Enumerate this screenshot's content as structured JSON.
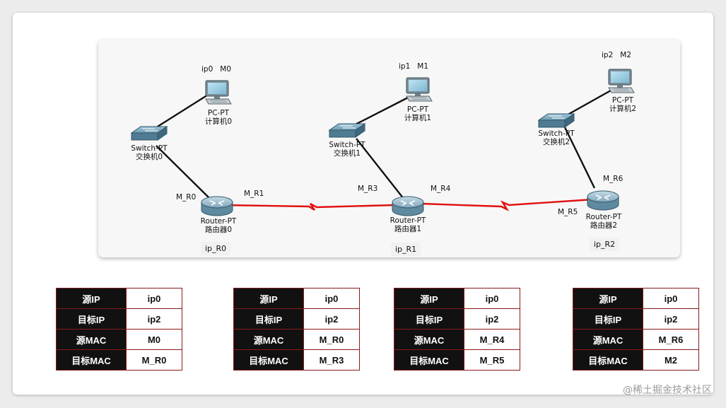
{
  "colors": {
    "lan_link": "#111111",
    "wan_link": "#e01010",
    "table_border": "#8a1a1a",
    "table_key_bg": "#111111"
  },
  "diagram": {
    "pcs": [
      {
        "type": "PC-PT",
        "name": "计算机0",
        "ip": "ip0",
        "mac": "M0"
      },
      {
        "type": "PC-PT",
        "name": "计算机1",
        "ip": "ip1",
        "mac": "M1"
      },
      {
        "type": "PC-PT",
        "name": "计算机2",
        "ip": "ip2",
        "mac": "M2"
      }
    ],
    "switches": [
      {
        "type": "Switch-PT",
        "name": "交换机0"
      },
      {
        "type": "Switch-PT",
        "name": "交换机1"
      },
      {
        "type": "Switch-PT",
        "name": "交换机2"
      }
    ],
    "routers": [
      {
        "type": "Router-PT",
        "name": "路由器0",
        "ip": "ip_R0"
      },
      {
        "type": "Router-PT",
        "name": "路由器1",
        "ip": "ip_R1"
      },
      {
        "type": "Router-PT",
        "name": "路由器2",
        "ip": "ip_R2"
      }
    ],
    "interfaces": [
      "M_R0",
      "M_R1",
      "M_R3",
      "M_R4",
      "M_R5",
      "M_R6"
    ]
  },
  "tables": [
    {
      "rows": [
        [
          "源IP",
          "ip0"
        ],
        [
          "目标IP",
          "ip2"
        ],
        [
          "源MAC",
          "M0"
        ],
        [
          "目标MAC",
          "M_R0"
        ]
      ]
    },
    {
      "rows": [
        [
          "源IP",
          "ip0"
        ],
        [
          "目标IP",
          "ip2"
        ],
        [
          "源MAC",
          "M_R0"
        ],
        [
          "目标MAC",
          "M_R3"
        ]
      ]
    },
    {
      "rows": [
        [
          "源IP",
          "ip0"
        ],
        [
          "目标IP",
          "ip2"
        ],
        [
          "源MAC",
          "M_R4"
        ],
        [
          "目标MAC",
          "M_R5"
        ]
      ]
    },
    {
      "rows": [
        [
          "源IP",
          "ip0"
        ],
        [
          "目标IP",
          "ip2"
        ],
        [
          "源MAC",
          "M_R6"
        ],
        [
          "目标MAC",
          "M2"
        ]
      ]
    }
  ],
  "watermark": "@稀土掘金技术社区"
}
